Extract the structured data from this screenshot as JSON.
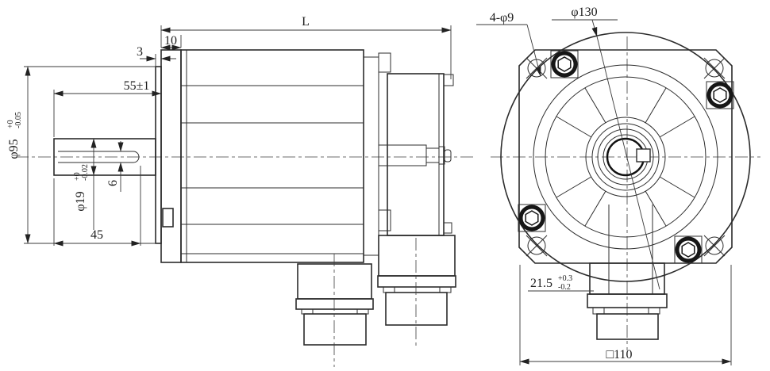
{
  "drawing": {
    "colors": {
      "background": "#ffffff",
      "line": "#2b2b2b",
      "dim_line": "#3a3a3a"
    },
    "side_view": {
      "dims": {
        "length": "L",
        "flange_thickness": "10",
        "spigot_thickness": "3",
        "shaft_extension": "55±1",
        "spigot_dia_main": "φ95",
        "spigot_dia_upper": "+0",
        "spigot_dia_lower": "-0.05",
        "shaft_dia_main": "φ19",
        "shaft_dia_upper": "+0",
        "shaft_dia_lower": "-0.02",
        "key_width": "6",
        "keyway_length": "45"
      }
    },
    "front_view": {
      "dims": {
        "mounting_holes": "4-φ9",
        "body_circle": "φ130",
        "key_height_main": "21.5",
        "key_height_upper": "+0.3",
        "key_height_lower": "-0.2",
        "flange_square": "□110"
      }
    }
  }
}
